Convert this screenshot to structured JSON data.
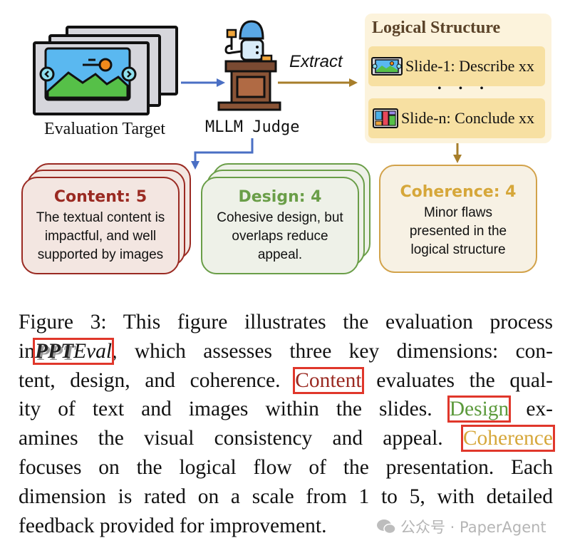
{
  "figure": {
    "evaluation_target": {
      "label": "Evaluation Target",
      "icon": "slides-image-icon"
    },
    "judge": {
      "label": "MLLM Judge",
      "icon": "judge-podium-icon"
    },
    "extract_label": "Extract",
    "logical_structure": {
      "title": "Logical Structure",
      "items": [
        {
          "label": "Slide-1: Describe xx",
          "icon": "slide-image-icon"
        },
        {
          "label": "Slide-n: Conclude xx",
          "icon": "slide-layout-icon"
        }
      ],
      "ellipsis": "• • •"
    },
    "scores": [
      {
        "title": "Content: 5",
        "body": [
          "The textual content is",
          "impactful, and well",
          "supported by images"
        ],
        "color": "#9a2a22"
      },
      {
        "title": "Design: 4",
        "body": [
          "Cohesive design, but",
          "overlaps reduce",
          "appeal."
        ],
        "color": "#6a9e48"
      },
      {
        "title": "Coherence: 4",
        "body": [
          "Minor flaws",
          "presented in the",
          "logical structure"
        ],
        "color": "#d6a73a"
      }
    ],
    "arrow_colors": {
      "blue": "#4a6fc4",
      "gold": "#a77e2a"
    }
  },
  "caption": {
    "l1": "Figure 3: This figure illustrates the evaluation process",
    "l2_pre": "in",
    "l2_ppt": "PPT",
    "l2_eval": "Eval",
    "l2_post": ", which assesses three key dimensions: con-",
    "l3_pre": "tent, design, and coherence. ",
    "l3_hl": "Content",
    "l3_post": " evaluates the qual-",
    "l4_pre": "ity of text and images within the slides. ",
    "l4_hl": "Design",
    "l4_post": " ex-",
    "l5_pre": "amines the visual consistency and appeal. ",
    "l5_hl": "Coherence",
    "l6": "focuses on the logical flow of the presentation.  Each",
    "l7": "dimension is rated on a scale from 1 to 5, with detailed",
    "l8": "feedback provided for improvement."
  },
  "watermark": {
    "text": "公众号 · PaperAgent",
    "icon": "wechat-icon"
  }
}
